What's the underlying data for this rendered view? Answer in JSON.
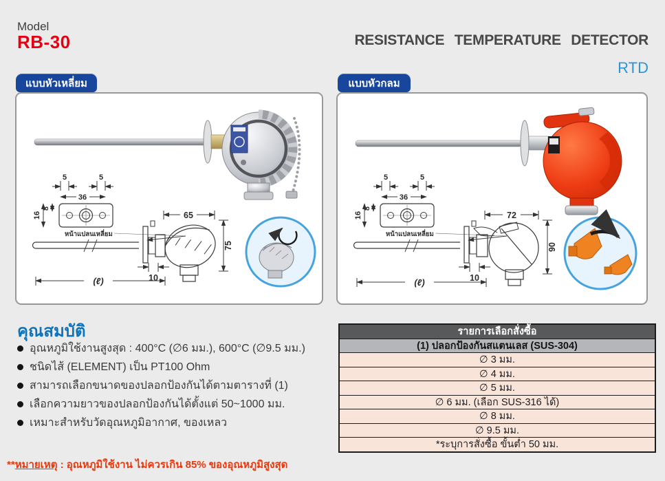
{
  "page": {
    "model_label": "Model",
    "model_value": "RB-30",
    "title": "RESISTANCE TEMPERATURE DETECTOR",
    "subtitle": "RTD"
  },
  "panels": [
    {
      "tab": "แบบหัวเหลี่ยม",
      "flange_label": "หน้าแปลนเหลี่ยม",
      "dims": {
        "d5a": "5",
        "d5b": "5",
        "d36": "36",
        "d8": "8",
        "d16": "16",
        "head_w": "65",
        "head_h": "75",
        "d10": "10",
        "length": "(ℓ)"
      }
    },
    {
      "tab": "แบบหัวกลม",
      "flange_label": "หน้าแปลนเหลี่ยม",
      "dims": {
        "d5a": "5",
        "d5b": "5",
        "d36": "36",
        "d8": "8",
        "d16": "16",
        "head_w": "72",
        "head_h": "90",
        "d10": "10",
        "length": "(ℓ)"
      }
    }
  ],
  "features": {
    "title": "คุณสมบัติ",
    "items": [
      "อุณหภูมิใช้งานสูงสุด : 400°C (∅6 มม.), 600°C (∅9.5 มม.)",
      "ชนิดไส้ (ELEMENT) เป็น PT100 Ohm",
      "สามารถเลือกขนาดของปลอกป้องกันได้ตามตารางที่ (1)",
      "เลือกความยาวของปลอกป้องกันได้ตั้งแต่ 50~1000 มม.",
      "เหมาะสำหรับวัดอุณหภูมิอากาศ, ของเหลว"
    ]
  },
  "order_table": {
    "header": "รายการเลือกสั่งซื้อ",
    "subheader": "(1) ปลอกป้องกันสแตนเลส (SUS-304)",
    "rows": [
      "∅ 3 มม.",
      "∅ 4 มม.",
      "∅ 5 มม.",
      "∅ 6 มม. (เลือก SUS-316 ได้)",
      "∅ 8 มม.",
      "∅ 9.5 มม.",
      "*ระบุการสั่งซื้อ ขั้นต่ำ 50 มม."
    ]
  },
  "footnote": {
    "prefix": "**",
    "label": "หมายเหตุ",
    "text": " : อุณหภูมิใช้งาน ไม่ควรเกิน 85% ของอุณหภูมิสูงสุด"
  },
  "colors": {
    "accent_red": "#e60013",
    "tab_blue": "#18469c",
    "subtitle_blue": "#2b95d8",
    "features_blue": "#0d74bc",
    "table_header_gray": "#58595b",
    "table_subheader_gray": "#b4b6b9",
    "table_row_pink": "#f9e4da",
    "footnote_red": "#e8380d",
    "round_head_red": "#e8391d"
  }
}
